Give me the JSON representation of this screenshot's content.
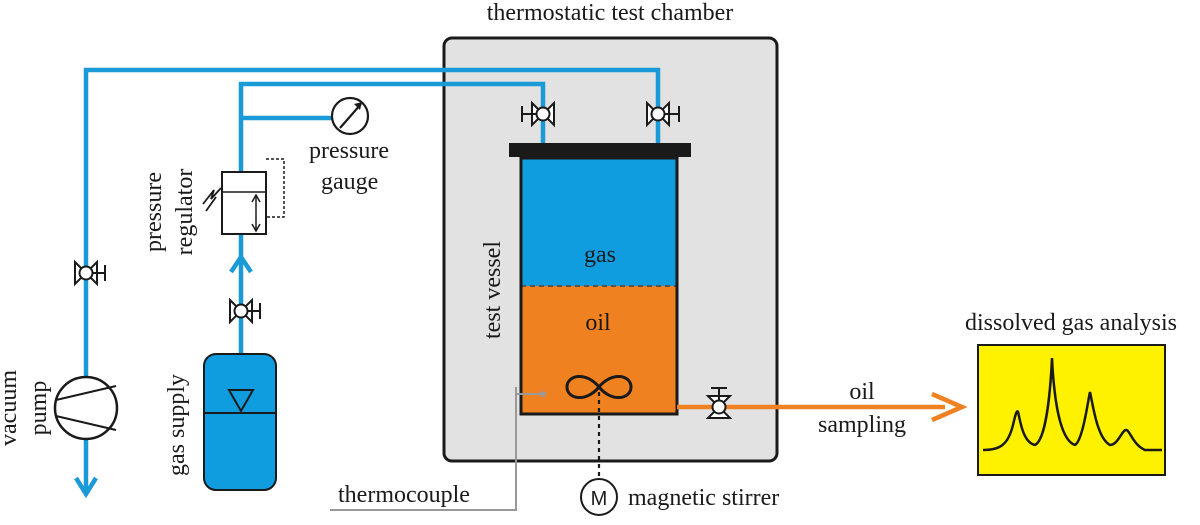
{
  "labels": {
    "chamber": "thermostatic test chamber",
    "vessel": "test vessel",
    "gas": "gas",
    "oil": "oil",
    "pressure_gauge_line1": "pressure",
    "pressure_gauge_line2": "gauge",
    "pressure_regulator_line1": "pressure",
    "pressure_regulator_line2": "regulator",
    "gas_supply": "gas supply",
    "vacuum_pump_line1": "vacuum",
    "vacuum_pump_line2": "pump",
    "oil_sampling_line1": "oil",
    "oil_sampling_line2": "sampling",
    "dga": "dissolved gas analysis",
    "thermocouple": "thermocouple",
    "magnetic_stirrer": "magnetic stirrer",
    "motor_symbol": "M"
  },
  "colors": {
    "gas_line": "#1a9ad6",
    "gas_fill": "#0f9de0",
    "oil_fill": "#ef8120",
    "oil_line": "#ef8120",
    "chamber_fill": "#e2e2e2",
    "analyzer_fill": "#fff200",
    "outline": "#1a1a1a",
    "thermocouple_line": "#999999"
  }
}
